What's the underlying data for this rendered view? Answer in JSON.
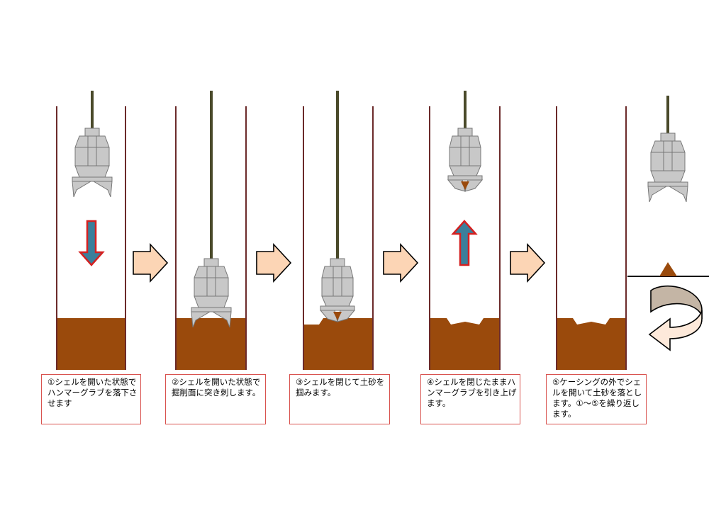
{
  "steps": [
    {
      "caption": "①シェルを開いた状態でハンマーグラブを落下させます"
    },
    {
      "caption": "②シェルを開いた状態で掘削面に突き刺します。"
    },
    {
      "caption": "③シェルを閉じて土砂を掴みます。"
    },
    {
      "caption": "④シェルを閉じたままハンマーグラブを引き上げます。"
    },
    {
      "caption": "⑤ケーシングの外でシェルを開いて土砂を落とします。①～⑤を繰り返します。"
    }
  ],
  "colors": {
    "soil": "#9a4a0c",
    "casing": "#6b2a2a",
    "grab": "#c8c8c8",
    "grab_stroke": "#777777",
    "rope": "#4a4a2a",
    "motion_arrow_fill": "#3a7f9b",
    "motion_arrow_stroke": "#d42020",
    "step_arrow_fill": "#fcd5b5",
    "return_arrow_dark": "#c4b5a5",
    "return_arrow_light": "#fde9da",
    "caption_border": "#d9534f"
  }
}
